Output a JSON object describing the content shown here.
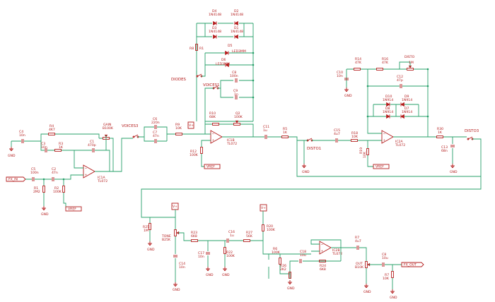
{
  "parts": {
    "C4": {
      "ref": "C4",
      "val": "10n"
    },
    "R4": {
      "ref": "R4",
      "val": "4K7"
    },
    "C3": {
      "ref": "C3",
      "val": "10n"
    },
    "R3": {
      "ref": "R3",
      "val": "1K"
    },
    "C1": {
      "ref": "C1",
      "val": "470p"
    },
    "GAIN": {
      "ref": "GAIN",
      "val": "B100K"
    },
    "IC1A": {
      "ref": "IC1A",
      "val": "TL072"
    },
    "C5": {
      "ref": "C5",
      "val": "100n"
    },
    "C2": {
      "ref": "C2",
      "val": "47n"
    },
    "R1": {
      "ref": "R1",
      "val": "2M2"
    },
    "R2": {
      "ref": "R2",
      "val": "100K"
    },
    "VOICES3": {
      "ref": "VOICES3"
    },
    "C6": {
      "ref": "C6",
      "val": "220n"
    },
    "C7": {
      "ref": "C7",
      "val": "47n"
    },
    "R9": {
      "ref": "R9",
      "val": "10K"
    },
    "R12": {
      "ref": "R12",
      "val": "100K"
    },
    "R10": {
      "ref": "R10",
      "val": "68K"
    },
    "Q2": {
      "ref": "Q2",
      "val": "100K"
    },
    "IC1B": {
      "ref": "IC1B",
      "val": "TL072"
    },
    "D4": {
      "ref": "D4",
      "val": "1N4148"
    },
    "D2": {
      "ref": "D2",
      "val": "1N4148"
    },
    "D3": {
      "ref": "D3",
      "val": "1N4148"
    },
    "D1": {
      "ref": "D1",
      "val": "1N4148"
    },
    "R8": {
      "ref": "R8",
      "val": "R1"
    },
    "D5": {
      "ref": "D5",
      "val": "LED3MM"
    },
    "D6": {
      "ref": "D6",
      "val": "LED3MM"
    },
    "DIODES": {
      "ref": "DIODES"
    },
    "VOICES1": {
      "ref": "VOICES1"
    },
    "C8": {
      "ref": "C8",
      "val": "100n"
    },
    "C9": {
      "ref": "C9",
      "val": "1n"
    },
    "C11": {
      "ref": "C11",
      "val": "1u"
    },
    "R5": {
      "ref": "R5",
      "val": "1K"
    },
    "C15": {
      "ref": "C15",
      "val": "4u7"
    },
    "R18": {
      "ref": "R18",
      "val": "10K"
    },
    "R19": {
      "ref": "R19",
      "val": "10K"
    },
    "DISTO1": {
      "ref": "DISTO1"
    },
    "R14": {
      "ref": "R14",
      "val": "47K"
    },
    "R16": {
      "ref": "R16",
      "val": "47K"
    },
    "DISTO": {
      "ref": "DISTO",
      "val": "1M"
    },
    "C10": {
      "ref": "C10",
      "val": "10n"
    },
    "C12": {
      "ref": "C12",
      "val": "47p"
    },
    "D10": {
      "ref": "D10",
      "val": "1N914"
    },
    "D9": {
      "ref": "D9",
      "val": "1N914"
    },
    "D8": {
      "ref": "D8",
      "val": "1N914"
    },
    "D7": {
      "ref": "D7",
      "val": "1N914"
    },
    "IC2A": {
      "ref": "IC2A",
      "val": "TL072"
    },
    "R30": {
      "ref": "R30",
      "val": "1K"
    },
    "C13": {
      "ref": "C13",
      "val": "68n"
    },
    "DISTO3": {
      "ref": "DISTO3"
    },
    "R25": {
      "ref": "R25",
      "val": "1M"
    },
    "TONE": {
      "ref": "TONE",
      "val": "B25K"
    },
    "C14": {
      "ref": "C14",
      "val": "10n"
    },
    "R23": {
      "ref": "R23",
      "val": "6K8"
    },
    "C16": {
      "ref": "C16",
      "val": "1u"
    },
    "R27": {
      "ref": "R27",
      "val": "56K"
    },
    "R20": {
      "ref": "R20",
      "val": "100K"
    },
    "C17": {
      "ref": "C17",
      "val": "10n"
    },
    "R22": {
      "ref": "R22",
      "val": "100K"
    },
    "R6": {
      "ref": "R6",
      "val": "100K"
    },
    "R26": {
      "ref": "R26",
      "val": "2K2"
    },
    "C18": {
      "ref": "C18",
      "val": "10u"
    },
    "R24": {
      "ref": "R24",
      "val": "6K8"
    },
    "IC2B": {
      "ref": "IC2B",
      "val": "TL072"
    },
    "R7": {
      "ref": "R7",
      "val": "4u7"
    },
    "OUT": {
      "ref": "OUT",
      "val": "B10K"
    },
    "C8o": {
      "ref": "C8",
      "val": "10u"
    },
    "R7o": {
      "ref": "R7",
      "val": "10K"
    }
  },
  "nets": {
    "fx_in": "FX_IN",
    "fx_out": "FX_OUT",
    "vref": "VREF",
    "gnd": "GND",
    "vp": "V+"
  }
}
